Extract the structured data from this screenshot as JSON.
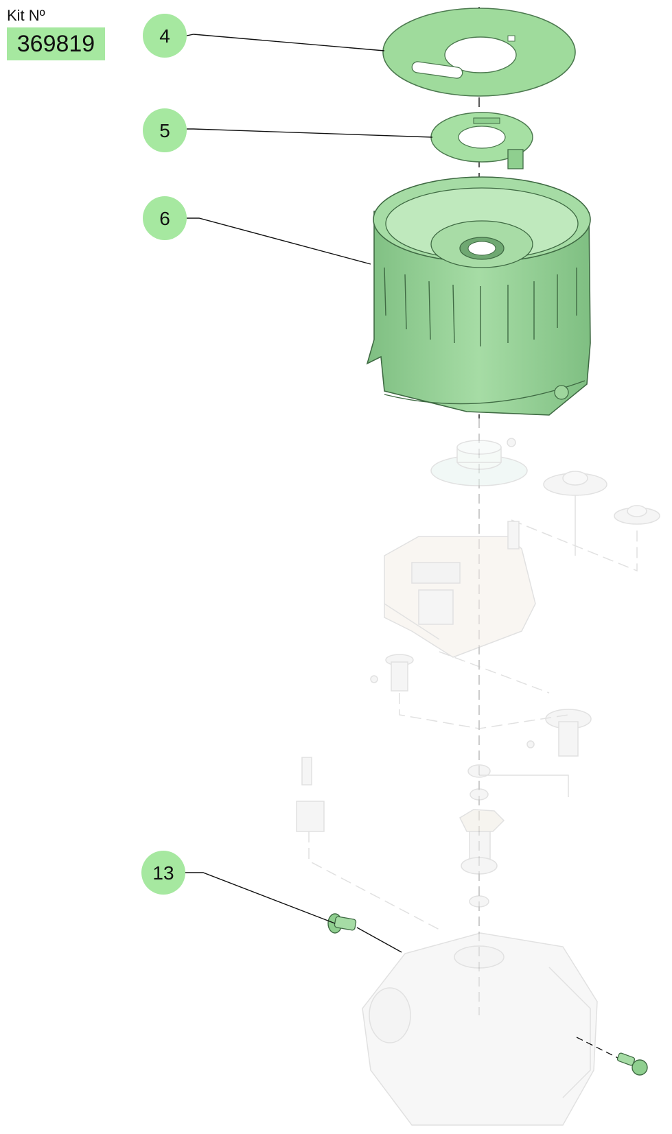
{
  "kit": {
    "label": "Kit Nº",
    "number": "369819"
  },
  "callouts": [
    {
      "id": "4",
      "label": "4"
    },
    {
      "id": "5",
      "label": "5"
    },
    {
      "id": "6",
      "label": "6"
    },
    {
      "id": "13",
      "label": "13"
    }
  ],
  "colors": {
    "callout_fill": "#a6e8a0",
    "part_green": "#9bd79a",
    "part_green_dark": "#6fae72",
    "ghost_gray": "#dcdcdc",
    "leader": "#111111"
  }
}
